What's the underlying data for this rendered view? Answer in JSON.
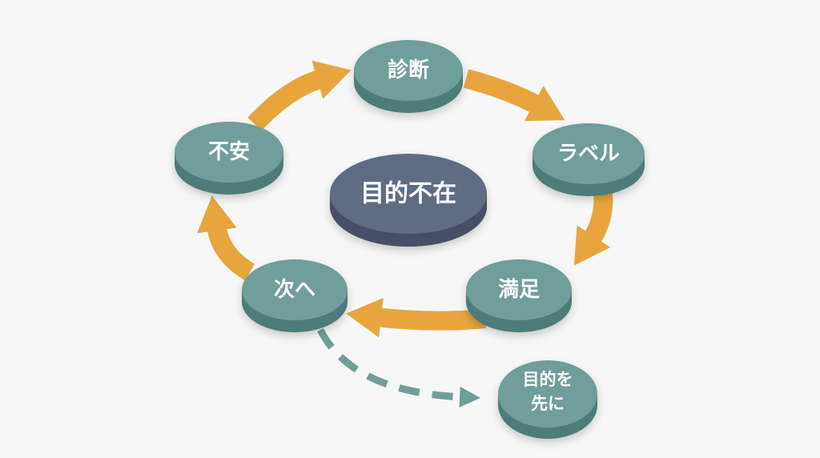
{
  "diagram": {
    "center": {
      "label": "目的不在"
    },
    "cycle": [
      {
        "id": "shindan",
        "label": "診断"
      },
      {
        "id": "label",
        "label": "ラベル"
      },
      {
        "id": "manzoku",
        "label": "満足"
      },
      {
        "id": "tsugi",
        "label": "次へ"
      },
      {
        "id": "fuan",
        "label": "不安"
      }
    ],
    "exit": {
      "line1": "目的を",
      "line2": "先に"
    },
    "colors": {
      "node_top": "#6f9e9b",
      "node_side": "#4d7c79",
      "center_top": "#5f6c82",
      "center_side": "#465066",
      "arrow": "#e8a53e",
      "dashed": "#6f9e9b",
      "background": "#f6f7f6"
    }
  }
}
